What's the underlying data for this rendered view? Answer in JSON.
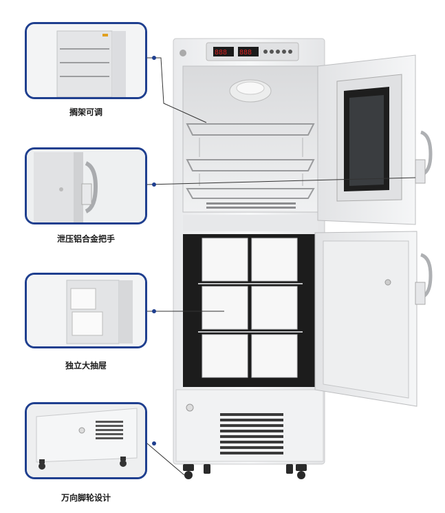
{
  "features": [
    {
      "label": "搁架可调",
      "icon": "adjustable-shelf"
    },
    {
      "label": "泄压铝合金把手",
      "icon": "aluminum-handle"
    },
    {
      "label": "独立大抽屉",
      "icon": "large-drawer"
    },
    {
      "label": "万向脚轮设计",
      "icon": "universal-caster"
    }
  ],
  "colors": {
    "frame": "#1f3f8f",
    "cabinet": "#f2f3f4",
    "display": "#d32020",
    "line": "#333333"
  }
}
